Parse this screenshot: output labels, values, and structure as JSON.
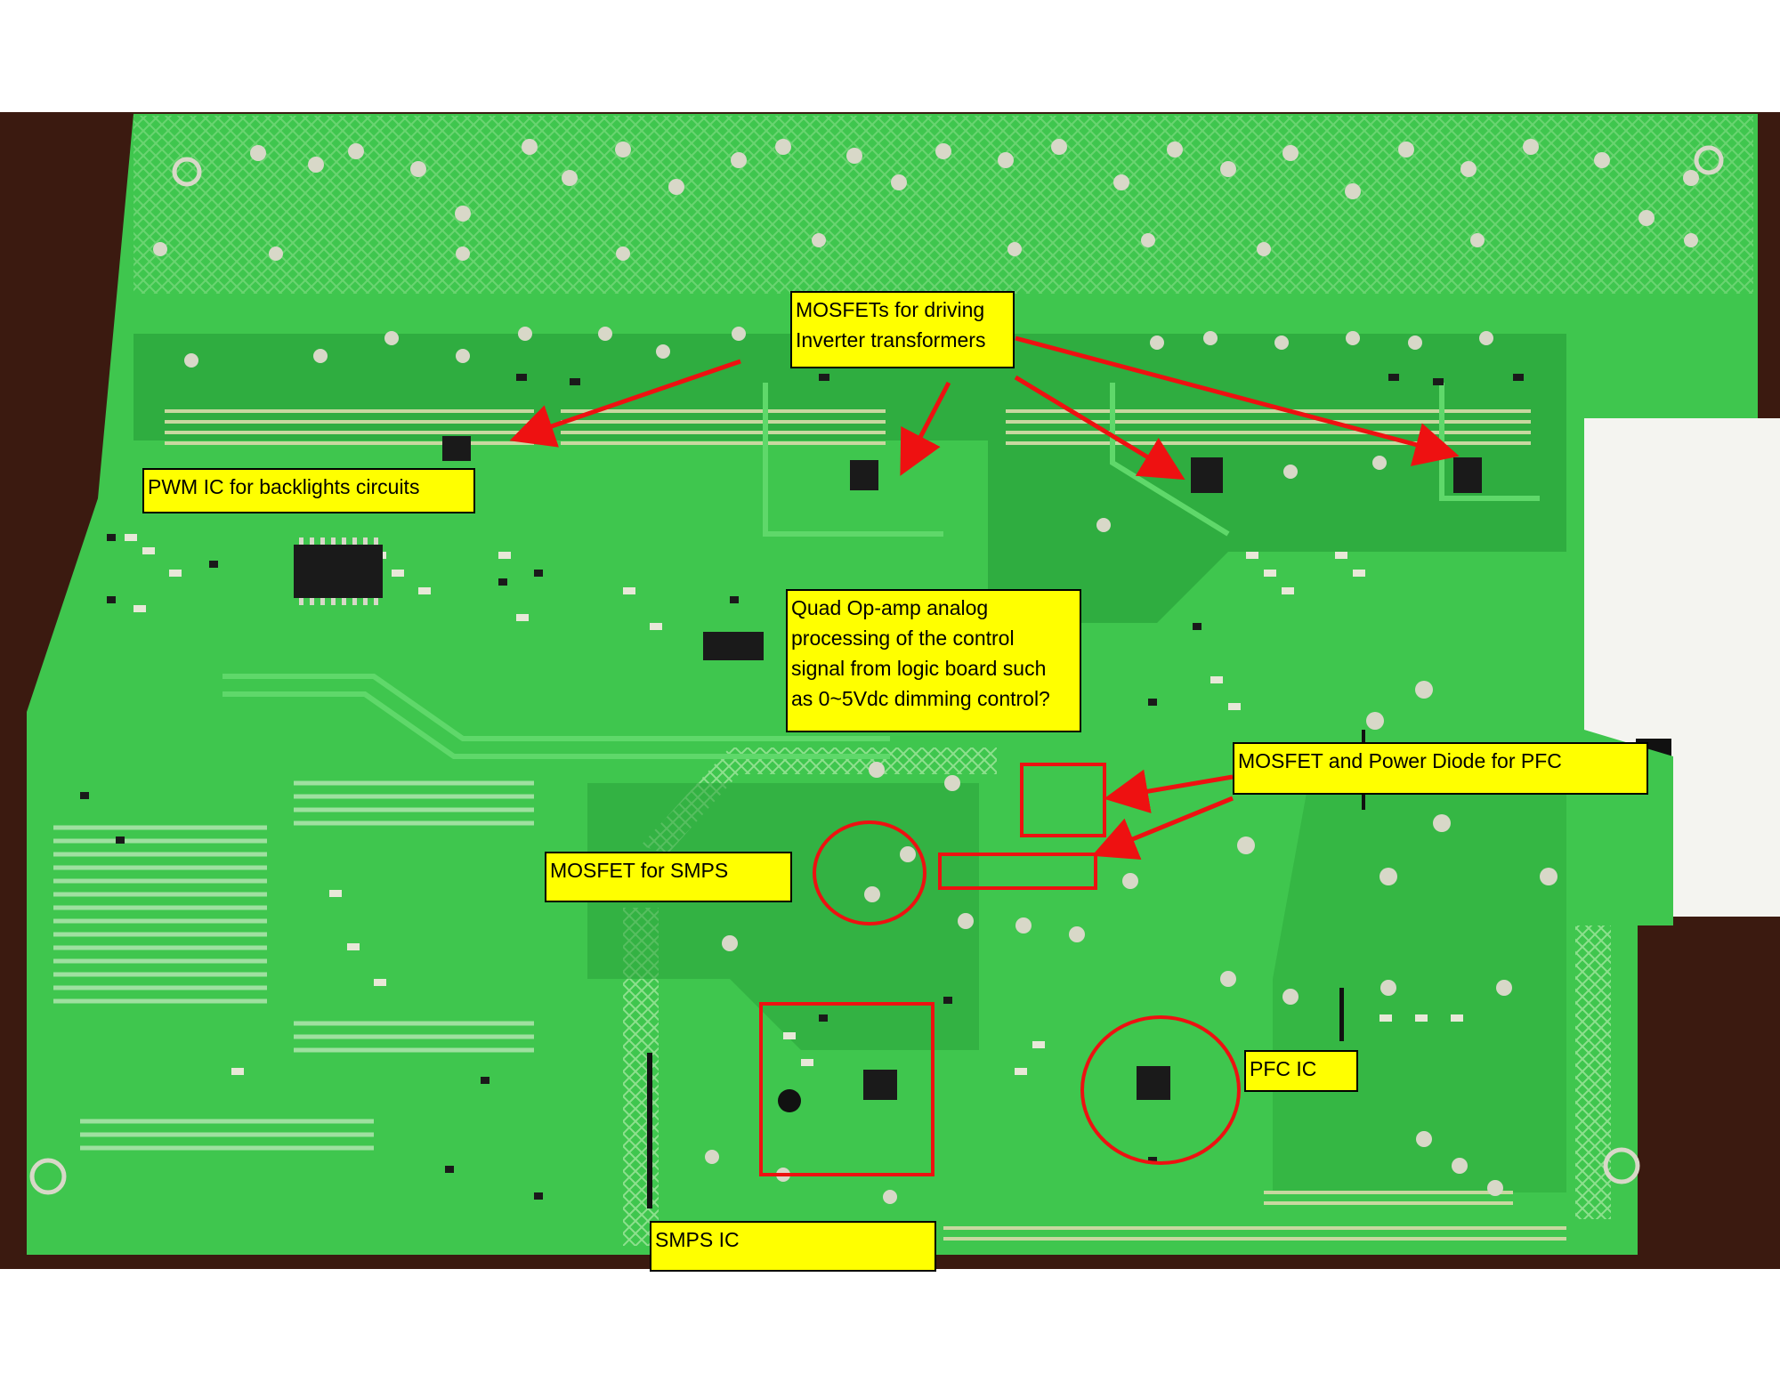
{
  "colors": {
    "background": "#ffffff",
    "board": "#3fc64e",
    "board_dark": "#2aa33a",
    "trace": "#5fd86a",
    "pad": "#d8d8c8",
    "chip": "#1a1a1a",
    "wood": "#3b1a10",
    "label_fill": "#ffff00",
    "label_border": "#000000",
    "annotation": "#ee1111"
  },
  "annotations": {
    "mosfets_inverter": "MOSFETs for driving\nInverter transformers",
    "pwm_ic": "PWM IC for backlights circuits",
    "quad_opamp": "Quad Op-amp analog\nprocessing of the control\nsignal from logic board such\nas 0~5Vdc dimming control?",
    "mosfet_diode_pfc": "MOSFET and Power Diode for PFC",
    "mosfet_smps": "MOSFET for SMPS",
    "pfc_ic": "PFC IC",
    "smps_ic": "SMPS IC"
  }
}
